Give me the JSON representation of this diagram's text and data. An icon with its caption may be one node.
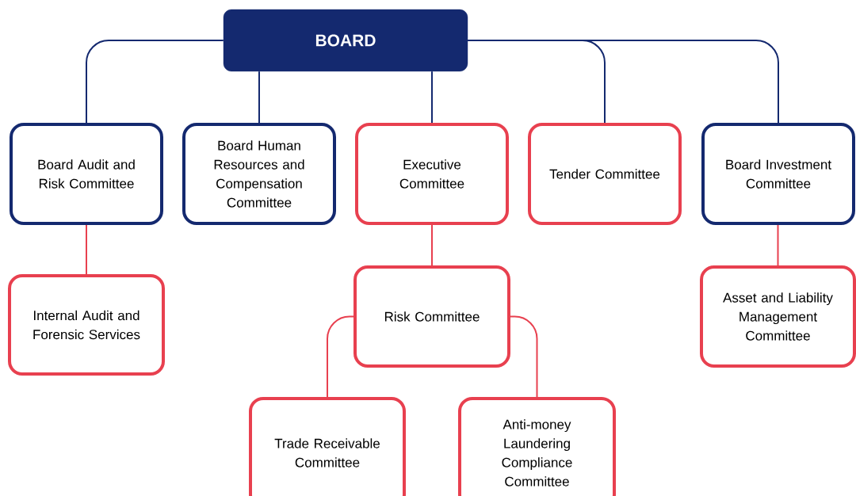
{
  "diagram": {
    "nodes": [
      {
        "text": [
          "BOARD"
        ]
      },
      {
        "text": [
          "Board Audit and Risk Committee"
        ]
      },
      {
        "text": [
          "Board Human Resources and Compensation Committee"
        ]
      },
      {
        "text": [
          "Executive Committee"
        ]
      },
      {
        "text": [
          "Tender Committee"
        ]
      },
      {
        "text": [
          "Board Investment Committee"
        ]
      },
      {
        "text": [
          "Internal Audit and Forensic Services"
        ]
      },
      {
        "text": [
          "Risk Committee"
        ]
      },
      {
        "text": [
          "Asset and Liability Management Committee"
        ]
      },
      {
        "text": [
          "Trade Receivable Committee"
        ]
      },
      {
        "text": [
          "Anti-money Laundering Compliance Committee"
        ]
      }
    ],
    "edges": [
      {
        "from": 0,
        "to": 1,
        "arrow": "none"
      },
      {
        "from": 0,
        "to": 2,
        "arrow": "none"
      },
      {
        "from": 0,
        "to": 3,
        "arrow": "none"
      },
      {
        "from": 0,
        "to": 4,
        "arrow": "none"
      },
      {
        "from": 0,
        "to": 5,
        "arrow": "none"
      },
      {
        "from": 1,
        "to": 6,
        "arrow": "none",
        "color": "#e8404f"
      },
      {
        "from": 3,
        "to": 7,
        "arrow": "none",
        "color": "#e8404f"
      },
      {
        "from": 5,
        "to": 8,
        "arrow": "none",
        "color": "#e8404f"
      },
      {
        "from": 7,
        "to": 9,
        "arrow": "none",
        "color": "#e8404f"
      },
      {
        "from": 7,
        "to": 10,
        "arrow": "none",
        "color": "#e8404f"
      }
    ]
  }
}
